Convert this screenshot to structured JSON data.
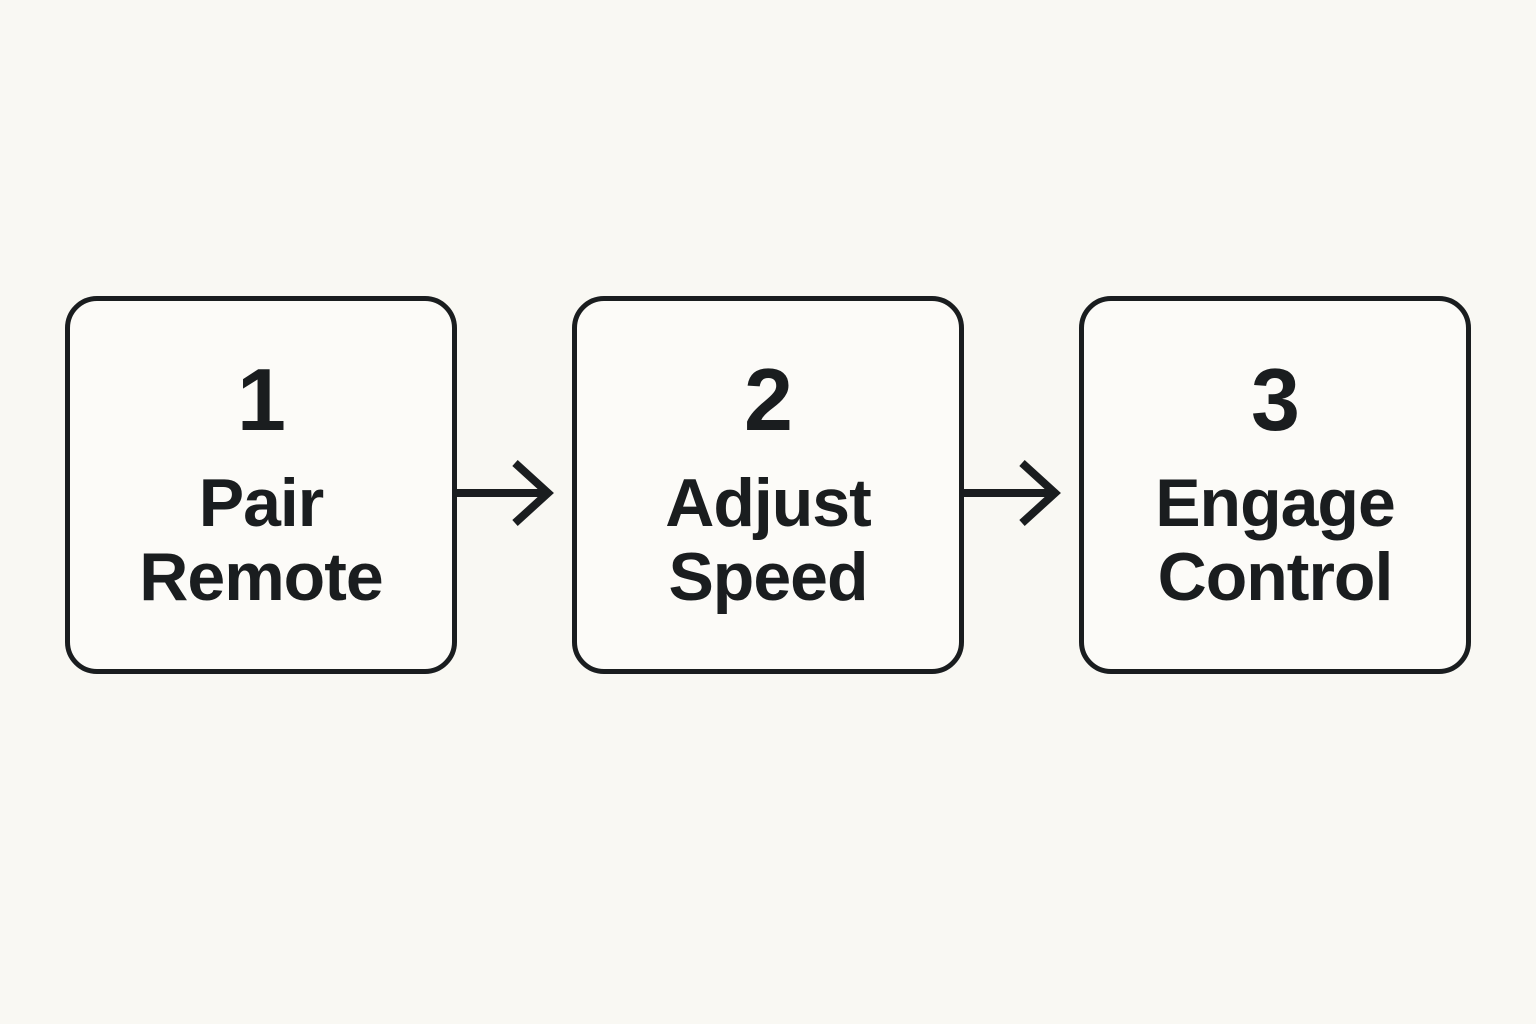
{
  "colors": {
    "background": "#F9F8F3",
    "box_fill": "#FCFBF8",
    "ink": "#1A1D1F"
  },
  "icons": {
    "connector": "arrow-right-icon"
  },
  "diagram": {
    "type": "horizontal-flowchart",
    "steps": [
      {
        "number": "1",
        "lines": [
          "Pair",
          "Remote"
        ]
      },
      {
        "number": "2",
        "lines": [
          "Adjust",
          "Speed"
        ]
      },
      {
        "number": "3",
        "lines": [
          "Engage",
          "Control"
        ]
      }
    ]
  }
}
